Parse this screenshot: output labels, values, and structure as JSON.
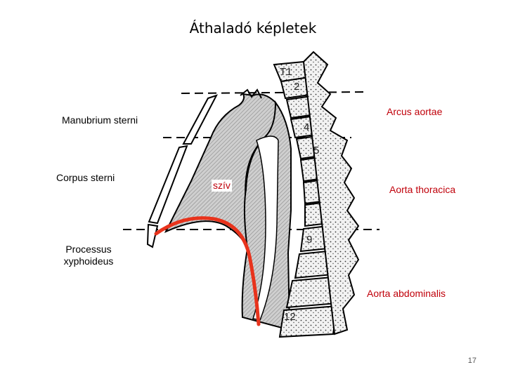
{
  "title": "Áthaladó képletek",
  "labels": {
    "manubrium": "Manubrium sterni",
    "corpus": "Corpus sterni",
    "processus": "Processus xyphoideus",
    "sziv": "szív",
    "arcus": "Arcus aortae",
    "thoracica": "Aorta thoracica",
    "abdominalis": "Aorta abdominalis"
  },
  "vertebrae": {
    "t1": "T1",
    "v2": "2",
    "v4": "4",
    "v5": "5",
    "v9": "9",
    "v12": "12"
  },
  "page_number": "17",
  "colors": {
    "aorta_red": "#e8331c",
    "label_red": "#c0000a",
    "heart_fill": "#bdbdbd"
  }
}
